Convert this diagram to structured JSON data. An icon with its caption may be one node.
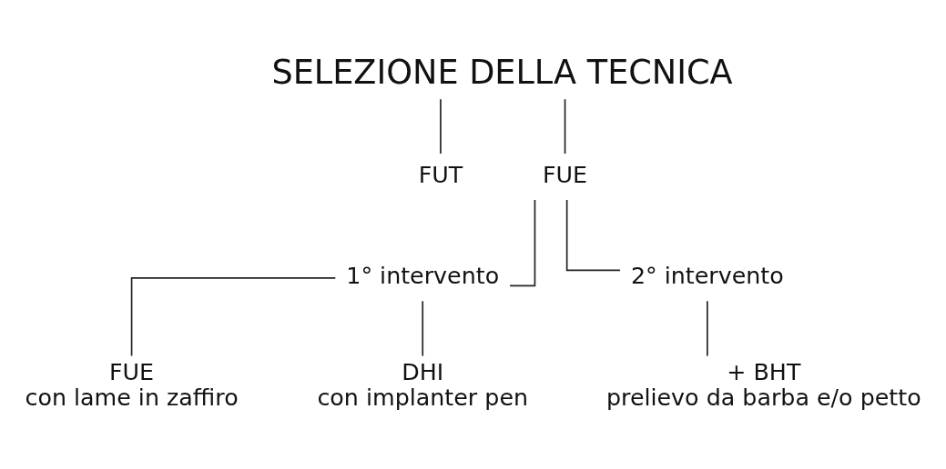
{
  "diagram": {
    "nodes": [
      {
        "text": [
          "SELEZIONE DELLA TECNICA"
        ]
      },
      {
        "text": [
          "FUT"
        ]
      },
      {
        "text": [
          "FUE"
        ]
      },
      {
        "text": [
          "1° intervento"
        ]
      },
      {
        "text": [
          "2° intervento"
        ]
      },
      {
        "text": [
          "FUE",
          "con lame in zaffiro"
        ]
      },
      {
        "text": [
          "DHI",
          "con implanter pen"
        ]
      },
      {
        "text": [
          "+ BHT",
          "prelievo da barba e/o petto"
        ]
      }
    ],
    "edges": [
      {
        "from": 0,
        "to": 1,
        "arrow": "none"
      },
      {
        "from": 0,
        "to": 2,
        "arrow": "none"
      },
      {
        "from": 2,
        "to": 3,
        "arrow": "none"
      },
      {
        "from": 2,
        "to": 4,
        "arrow": "none"
      },
      {
        "from": 3,
        "to": 5,
        "arrow": "none"
      },
      {
        "from": 3,
        "to": 6,
        "arrow": "none"
      },
      {
        "from": 4,
        "to": 7,
        "arrow": "none"
      }
    ]
  }
}
